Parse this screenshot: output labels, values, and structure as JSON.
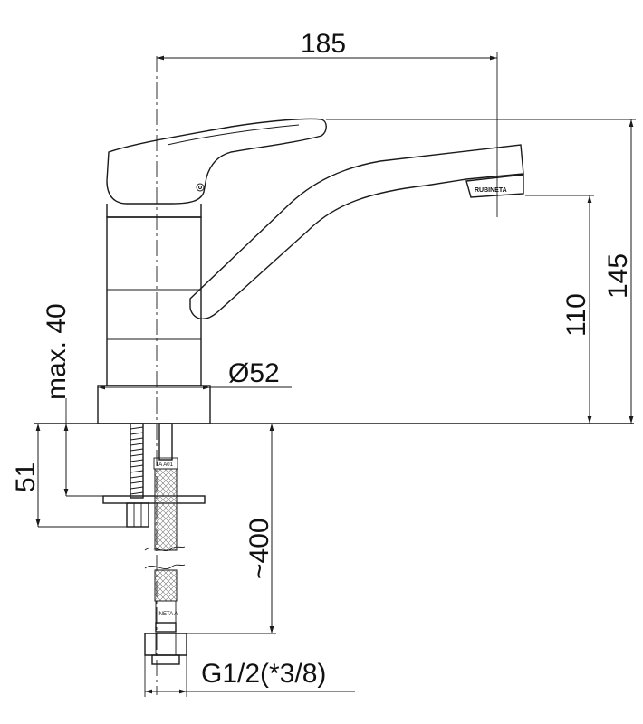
{
  "dimensions": {
    "spout_reach": "185",
    "total_height": "145",
    "spout_height": "110",
    "base_diameter": "Ø52",
    "max_countertop": "max. 40",
    "mount_depth": "51",
    "hose_length": "~400",
    "connection_thread": "G1/2(*3/8)"
  },
  "markings": {
    "aerator_brand": "RUBINETA",
    "hose_label_top": "TA A01",
    "hose_label_bottom": "INETA A"
  }
}
